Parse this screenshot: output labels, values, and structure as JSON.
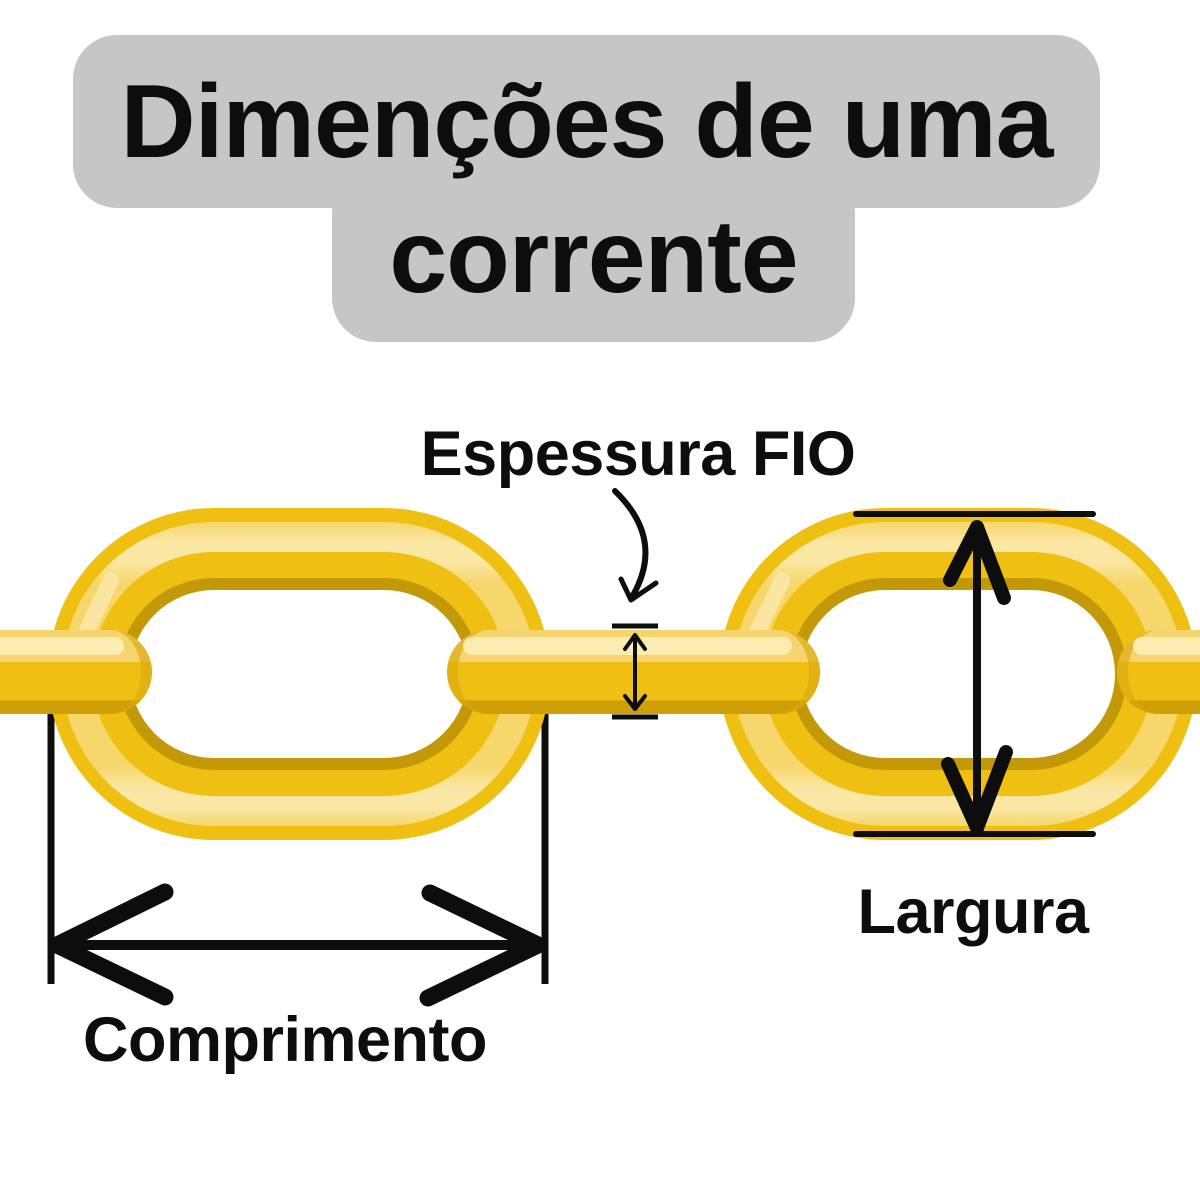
{
  "title": {
    "line1": "Dimenções de uma",
    "line2": "corrente"
  },
  "annotations": {
    "wire_thickness": {
      "label": "Espessura FIO"
    },
    "width": {
      "label": "Largura"
    },
    "length": {
      "label": "Comprimento"
    }
  },
  "colors": {
    "background": "#FFFFFF",
    "title-bg": "#C6C6C6",
    "ink": "#0D0D0D",
    "gold-strong": "#EFBF12",
    "gold-light": "#F5D76B",
    "gold-cream": "#FAE7A4",
    "gold-dark": "#C3990A",
    "pin-light": "#F5D470",
    "pin-strong": "#EFC013",
    "pin-edge": "#D09E06",
    "pin-gloss": "#FBECB0",
    "pin-shade": "#DCA90E"
  }
}
